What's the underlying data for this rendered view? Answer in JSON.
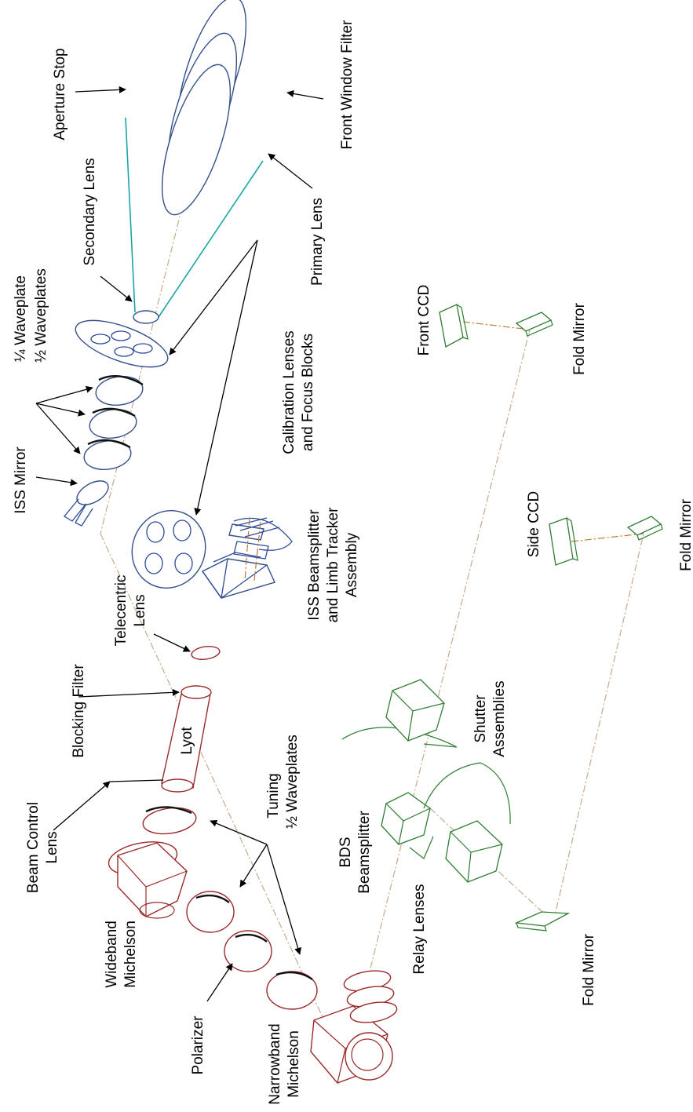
{
  "labels": {
    "front_window_filter": "Front Window Filter",
    "aperture_stop": "Aperture Stop",
    "secondary_lens": "Secondary Lens",
    "primary_lens": "Primary Lens",
    "quarter_waveplate": "¼ Waveplate",
    "half_waveplates_top": "½ Waveplates",
    "calibration_lenses_1": "Calibration Lenses",
    "calibration_lenses_2": "and Focus Blocks",
    "front_ccd": "Front CCD",
    "fold_mirror_1": "Fold Mirror",
    "iss_mirror": "ISS Mirror",
    "iss_beamsplitter_1": "ISS Beamsplitter",
    "iss_beamsplitter_2": "and Limb Tracker",
    "iss_beamsplitter_3": "Assembly",
    "side_ccd": "Side CCD",
    "fold_mirror_2": "Fold Mirror",
    "telecentric_1": "Telecentric",
    "telecentric_2": "Lens",
    "blocking_filter": "Blocking Filter",
    "lyot": "Lyot",
    "tuning_1": "Tuning",
    "tuning_2": "½ Waveplates",
    "shutter_1": "Shutter",
    "shutter_2": "Assemblies",
    "beam_control_1": "Beam Control",
    "beam_control_2": "Lens",
    "bds_1": "BDS",
    "bds_2": "Beamsplitter",
    "wideband_1": "Wideband",
    "wideband_2": "Michelson",
    "relay_lenses": "Relay Lenses",
    "fold_mirror_3": "Fold Mirror",
    "polarizer": "Polarizer",
    "narrowband_1": "Narrowband",
    "narrowband_2": "Michelson"
  },
  "colors": {
    "telescope": "#34508a",
    "filter_section": "#9a2a2a",
    "camera_section": "#2e7d32",
    "optical_axis": "#c8a98c",
    "cone": "#1aa5a5"
  }
}
